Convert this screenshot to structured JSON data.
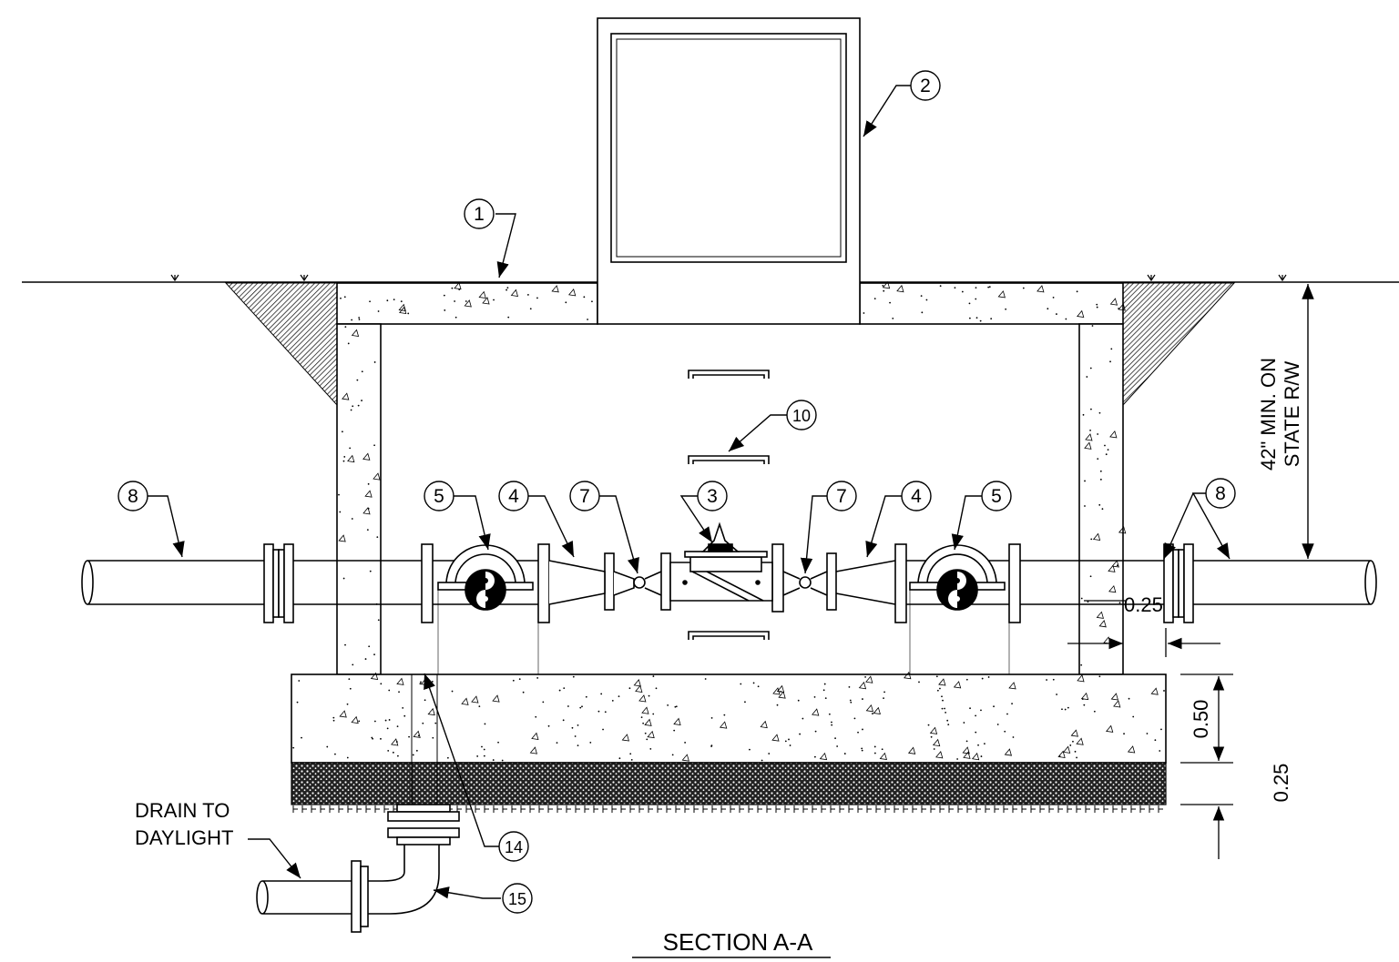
{
  "drawing": {
    "title": "SECTION A-A",
    "drain_label_line1": "DRAIN TO",
    "drain_label_line2": "DAYLIGHT",
    "depth_note_line1": "42\" MIN. ON",
    "depth_note_line2": "STATE R/W",
    "dim_wall_gap": "0.25",
    "dim_slab": "0.50",
    "dim_gravel": "0.25"
  },
  "callouts": [
    {
      "id": "c1",
      "number": "1",
      "refers_to": "concrete vault lid"
    },
    {
      "id": "c2",
      "number": "2",
      "refers_to": "access hatch"
    },
    {
      "id": "c3",
      "number": "3",
      "refers_to": "meter"
    },
    {
      "id": "c4l",
      "number": "4",
      "refers_to": "reducer left"
    },
    {
      "id": "c4r",
      "number": "4",
      "refers_to": "reducer right"
    },
    {
      "id": "c5l",
      "number": "5",
      "refers_to": "gate valve left"
    },
    {
      "id": "c5r",
      "number": "5",
      "refers_to": "gate valve right"
    },
    {
      "id": "c7l",
      "number": "7",
      "refers_to": "coupling left"
    },
    {
      "id": "c7r",
      "number": "7",
      "refers_to": "coupling right"
    },
    {
      "id": "c8l",
      "number": "8",
      "refers_to": "pipe left"
    },
    {
      "id": "c8r",
      "number": "8",
      "refers_to": "pipe right"
    },
    {
      "id": "c10",
      "number": "10",
      "refers_to": "ladder rungs"
    },
    {
      "id": "c14",
      "number": "14",
      "refers_to": "floor drain"
    },
    {
      "id": "c15",
      "number": "15",
      "refers_to": "drain elbow"
    }
  ]
}
